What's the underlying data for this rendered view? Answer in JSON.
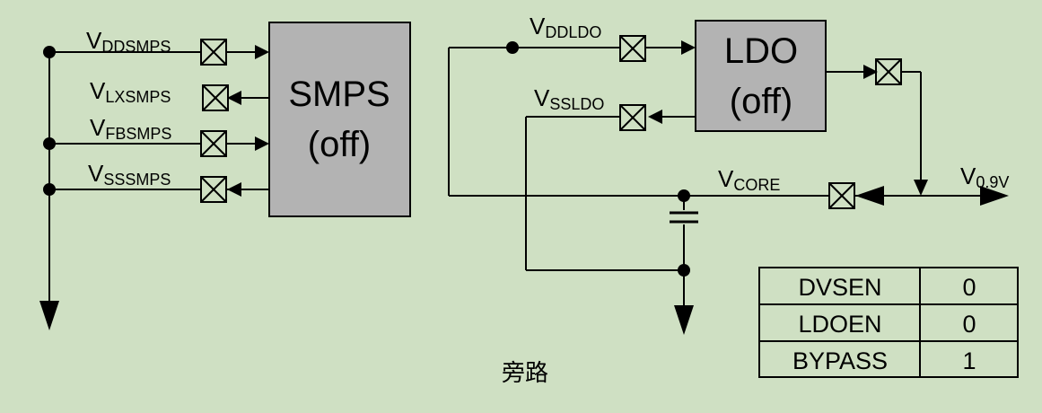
{
  "title": "旁路",
  "blocks": {
    "smps": {
      "name": "SMPS",
      "state": "(off)"
    },
    "ldo": {
      "name": "LDO",
      "state": "(off)"
    }
  },
  "signals": {
    "vddsmps": {
      "main": "V",
      "sub": "DDSMPS"
    },
    "vlxsmps": {
      "main": "V",
      "sub": "LXSMPS"
    },
    "vfbsmps": {
      "main": "V",
      "sub": "FBSMPS"
    },
    "vsssmps": {
      "main": "V",
      "sub": "SSSMPS"
    },
    "vddldo": {
      "main": "V",
      "sub": "DDLDO"
    },
    "vssldo": {
      "main": "V",
      "sub": "SSLDO"
    },
    "vcore": {
      "main": "V",
      "sub": "CORE"
    },
    "v09": {
      "main": "V",
      "sub": "0.9V"
    }
  },
  "table": {
    "rows": [
      {
        "name": "DVSEN",
        "value": "0"
      },
      {
        "name": "LDOEN",
        "value": "0"
      },
      {
        "name": "BYPASS",
        "value": "1"
      }
    ]
  },
  "colors": {
    "background": "#cfe0c3",
    "block_fill": "#b3b3b3",
    "line": "#000000"
  }
}
